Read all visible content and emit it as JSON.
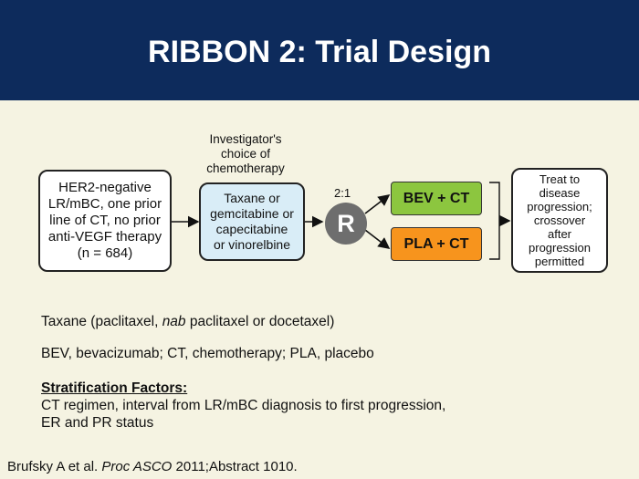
{
  "slide": {
    "title": "RIBBON 2: Trial Design"
  },
  "diagram": {
    "population": "HER2-negative\nLR/mBC, one prior\nline of CT, no prior\nanti-VEGF therapy\n(n = 684)",
    "choice_label": "Investigator's\nchoice of\nchemotherapy",
    "chemo_options": "Taxane or\ngemcitabine or\ncapecitabine\nor vinorelbine",
    "ratio": "2:1",
    "randomize": "R",
    "arm_bev": "BEV + CT",
    "arm_pla": "PLA + CT",
    "outcome": "Treat to\ndisease\nprogression;\ncrossover\nafter\nprogression\npermitted"
  },
  "notes": {
    "taxane_prefix": "Taxane (paclitaxel, ",
    "taxane_italic": "nab",
    "taxane_suffix": " paclitaxel or docetaxel)",
    "abbreviations": "BEV, bevacizumab; CT, chemotherapy; PLA, placebo",
    "strat_title": "Stratification Factors:",
    "strat_line1": "CT regimen, interval from LR/mBC diagnosis to first progression,",
    "strat_line2": "ER and PR status"
  },
  "citation": {
    "authors": "Brufsky A et al. ",
    "journal": "Proc ASCO",
    "rest": " 2011;Abstract 1010."
  },
  "colors": {
    "header_bg": "#0d2b5c",
    "background": "#f5f3e2",
    "chemo_box": "#d9edf7",
    "bev_arm": "#8cc63f",
    "pla_arm": "#f7941d",
    "randomize_circle": "#6e6e6e"
  }
}
